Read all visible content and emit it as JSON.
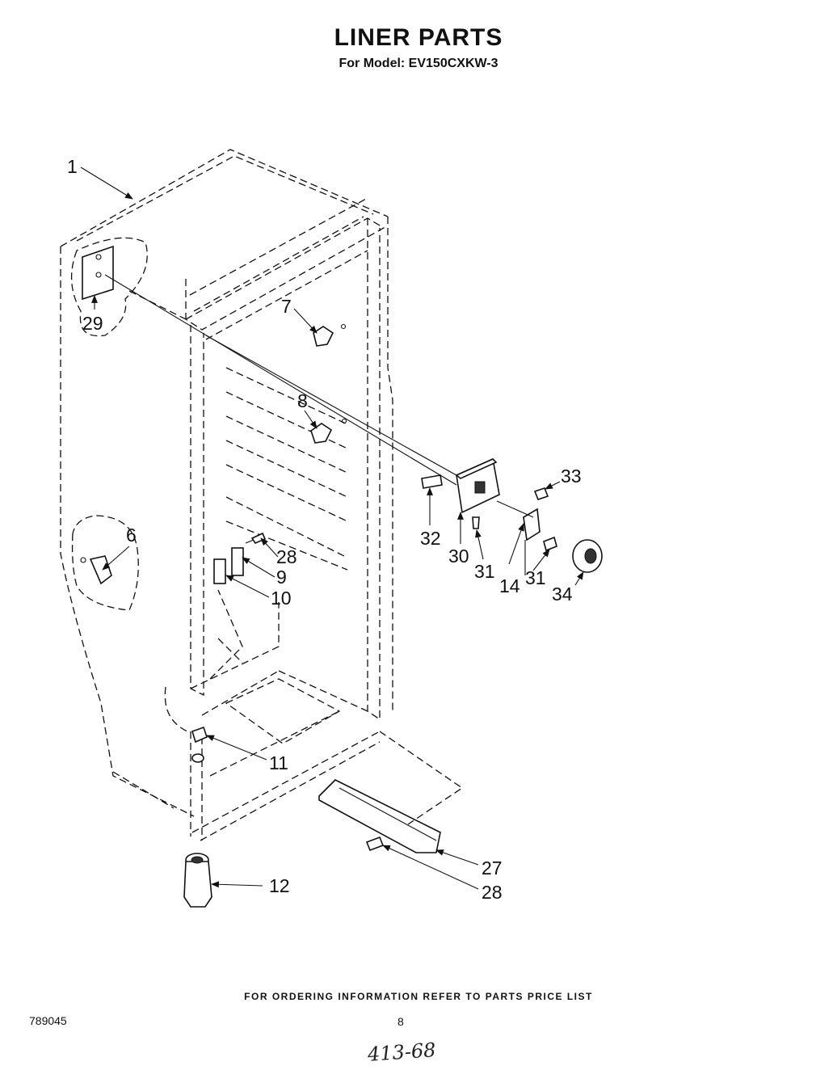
{
  "header": {
    "title": "LINER PARTS",
    "subtitle": "For Model: EV150CXKW-3"
  },
  "callouts": [
    {
      "id": "c1",
      "label": "1"
    },
    {
      "id": "c29",
      "label": "29"
    },
    {
      "id": "c7",
      "label": "7"
    },
    {
      "id": "c8",
      "label": "8"
    },
    {
      "id": "c6",
      "label": "6"
    },
    {
      "id": "c28a",
      "label": "28"
    },
    {
      "id": "c9",
      "label": "9"
    },
    {
      "id": "c10",
      "label": "10"
    },
    {
      "id": "c33",
      "label": "33"
    },
    {
      "id": "c32",
      "label": "32"
    },
    {
      "id": "c30",
      "label": "30"
    },
    {
      "id": "c31a",
      "label": "31"
    },
    {
      "id": "c14",
      "label": "14"
    },
    {
      "id": "c31b",
      "label": "31"
    },
    {
      "id": "c34",
      "label": "34"
    },
    {
      "id": "c11",
      "label": "11"
    },
    {
      "id": "c12",
      "label": "12"
    },
    {
      "id": "c27",
      "label": "27"
    },
    {
      "id": "c28b",
      "label": "28"
    }
  ],
  "footer": {
    "note": "FOR ORDERING INFORMATION REFER TO PARTS PRICE LIST",
    "doc_number": "789045",
    "page_number": "8",
    "handwritten": "413-68"
  }
}
